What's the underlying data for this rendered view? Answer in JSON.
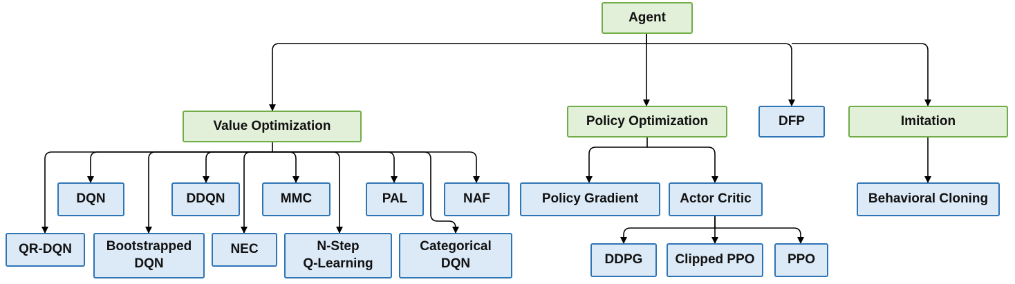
{
  "nodes": {
    "agent": "Agent",
    "value_optimization": "Value Optimization",
    "policy_optimization": "Policy Optimization",
    "dfp": "DFP",
    "imitation": "Imitation",
    "dqn": "DQN",
    "ddqn": "DDQN",
    "mmc": "MMC",
    "pal": "PAL",
    "naf": "NAF",
    "qr_dqn": "QR-DQN",
    "bootstrapped_dqn": [
      "Bootstrapped",
      "DQN"
    ],
    "nec": "NEC",
    "n_step": [
      "N-Step",
      "Q-Learning"
    ],
    "categorical_dqn": [
      "Categorical",
      "DQN"
    ],
    "policy_gradient": "Policy Gradient",
    "actor_critic": "Actor Critic",
    "behavioral_cloning": "Behavioral Cloning",
    "ddpg": "DDPG",
    "clipped_ppo": "Clipped PPO",
    "ppo": "PPO"
  },
  "colors": {
    "category_fill": "#e2efd9",
    "category_border": "#70ad47",
    "algorithm_fill": "#dce9f7",
    "algorithm_border": "#2e75b6",
    "connector": "#000000"
  }
}
